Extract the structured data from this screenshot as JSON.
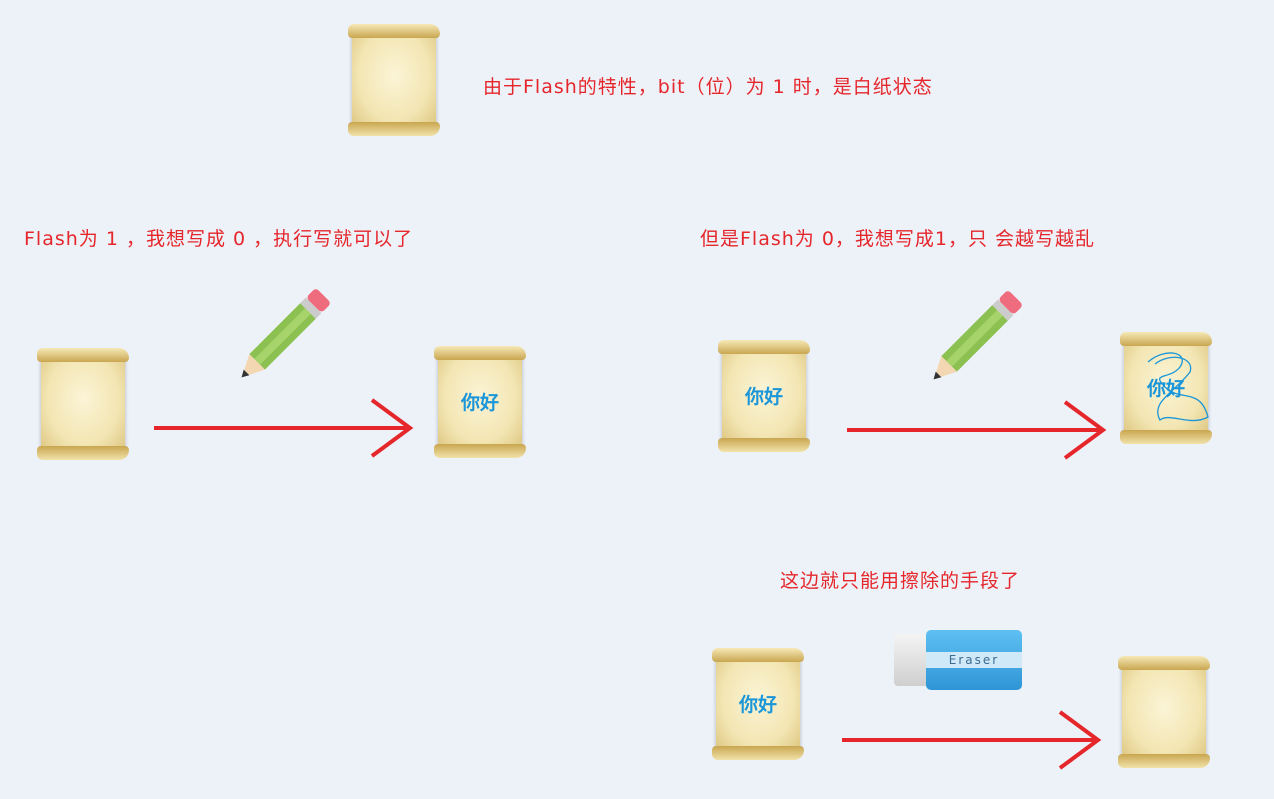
{
  "captions": {
    "intro": "由于Flash的特性，bit（位）为 1 时，是白纸状态",
    "case1": "Flash为 1 ，我想写成 0 ，执行写就可以了",
    "case2": "但是Flash为 0，我想写成1，只 会越写越乱",
    "case3": "这边就只能用擦除的手段了"
  },
  "scroll_text": "你好",
  "eraser_label": "Eraser",
  "colors": {
    "caption": "#e5262b",
    "scroll_text": "#1b96d8",
    "arrow": "#e5262b",
    "background": "#edf2f9"
  }
}
